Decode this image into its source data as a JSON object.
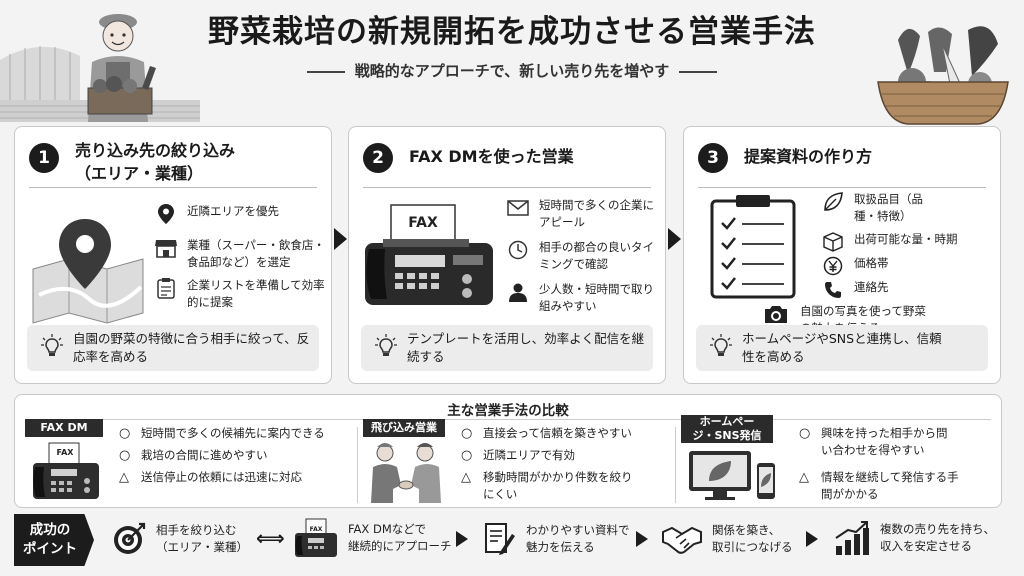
{
  "header": {
    "title": "野菜栽培の新規開拓を成功させる営業手法",
    "subtitle": "戦略的なアプローチで、新しい売り先を増やす"
  },
  "cards": [
    {
      "number": "1",
      "title_line1": "売り込み先の絞り込み",
      "title_line2": "（エリア・業種）",
      "items": [
        {
          "icon": "map-pin-icon",
          "text": "近隣エリアを優先"
        },
        {
          "icon": "store-icon",
          "text": "業種（スーパー・飲食店・食品卸など）を選定"
        },
        {
          "icon": "clipboard-list-icon",
          "text": "企業リストを準備して効率的に提案"
        }
      ],
      "tip": "自園の野菜の特徴に合う相手に絞って、反応率を高める"
    },
    {
      "number": "2",
      "title_line1": "FAX DMを使った営業",
      "fax_label": "FAX",
      "items": [
        {
          "icon": "envelope-icon",
          "text": "短時間で多くの企業にアピール"
        },
        {
          "icon": "clock-icon",
          "text": "相手の都合の良いタイミングで確認"
        },
        {
          "icon": "person-icon",
          "text": "少人数・短時間で取り組みやすい"
        }
      ],
      "tip": "テンプレートを活用し、効率よく配信を継続する"
    },
    {
      "number": "3",
      "title_line1": "提案資料の作り方",
      "items": [
        {
          "icon": "leaf-icon",
          "text": "取扱品目（品種・特徴）"
        },
        {
          "icon": "box-icon",
          "text": "出荷可能な量・時期"
        },
        {
          "icon": "yen-icon",
          "text": "価格帯"
        },
        {
          "icon": "phone-icon",
          "text": "連絡先"
        },
        {
          "icon": "camera-icon",
          "text": "自園の写真を使って野菜の魅力を伝える"
        }
      ],
      "tip": "ホームページやSNSと連携し、信頼性を高める"
    }
  ],
  "comparison": {
    "title": "主な営業手法の比較",
    "methods": [
      {
        "label": "FAX DM",
        "image_label": "FAX",
        "points": [
          {
            "mark": "○",
            "text": "短時間で多くの候補先に案内できる"
          },
          {
            "mark": "○",
            "text": "栽培の合間に進めやすい"
          },
          {
            "mark": "△",
            "text": "送信停止の依頼には迅速に対応"
          }
        ]
      },
      {
        "label": "飛び込み営業",
        "points": [
          {
            "mark": "○",
            "text": "直接会って信頼を築きやすい"
          },
          {
            "mark": "○",
            "text": "近隣エリアで有効"
          },
          {
            "mark": "△",
            "text": "移動時間がかかり件数を絞りにくい"
          }
        ]
      },
      {
        "label": "ホームページ・SNS発信",
        "points": [
          {
            "mark": "○",
            "text": "興味を持った相手から問い合わせを得やすい"
          },
          {
            "mark": "△",
            "text": "情報を継続して発信する手間がかかる"
          }
        ]
      }
    ]
  },
  "success": {
    "label_line1": "成功の",
    "label_line2": "ポイント",
    "steps": [
      {
        "icon": "target-icon",
        "line1": "相手を絞り込む",
        "line2": "（エリア・業種）"
      },
      {
        "icon": "fax-machine-icon",
        "icon_label": "FAX",
        "line1": "FAX DMなどで",
        "line2": "継続的にアプローチ"
      },
      {
        "icon": "document-pen-icon",
        "line1": "わかりやすい資料で",
        "line2": "魅力を伝える"
      },
      {
        "icon": "handshake-icon",
        "line1": "関係を築き、",
        "line2": "取引につなげる"
      },
      {
        "icon": "growth-chart-icon",
        "line1": "複数の売り先を持ち、",
        "line2": "収入を安定させる"
      }
    ]
  }
}
